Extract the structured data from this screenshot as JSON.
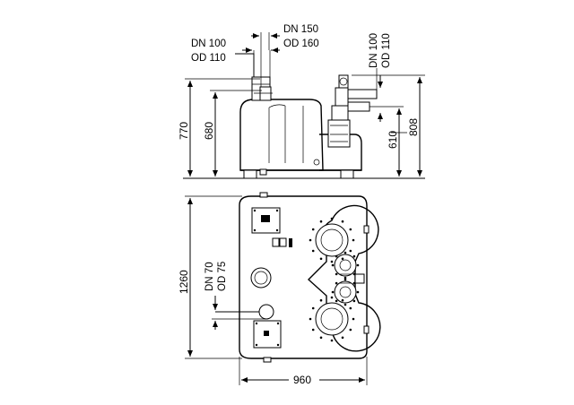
{
  "labels": {
    "inlet_top_dn": "DN 100",
    "inlet_top_od": "OD 110",
    "vent_dn": "DN 150",
    "vent_od": "OD 160",
    "outlet_dn": "DN 100",
    "outlet_od": "OD 110",
    "inlet_low_dn": "DN 70",
    "inlet_low_od": "OD 75"
  },
  "dimensions": {
    "overall_height": "770",
    "inlet_height": "680",
    "outlet_height": "610",
    "pump_height": "808",
    "length": "1260",
    "width": "960"
  }
}
